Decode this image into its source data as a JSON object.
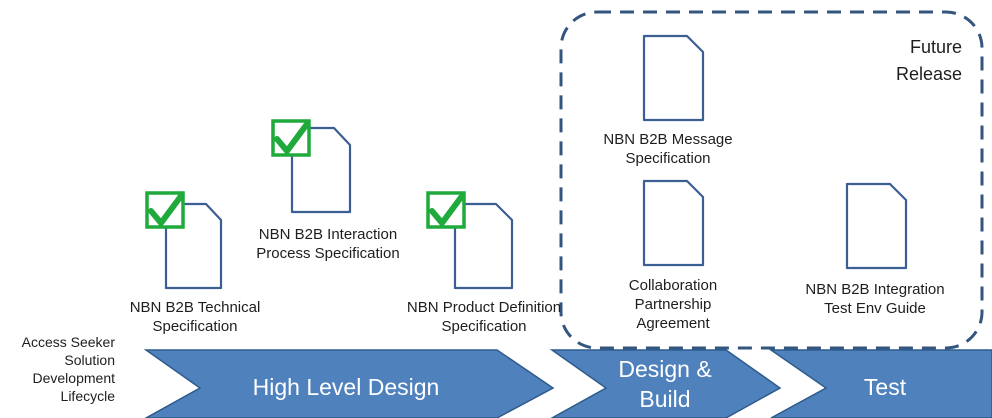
{
  "lifecycle_label": [
    "Access Seeker",
    "Solution",
    "Development",
    "Lifecycle"
  ],
  "future_label": [
    "Future",
    "Release"
  ],
  "phases": [
    {
      "lines": [
        "High Level Design"
      ]
    },
    {
      "lines": [
        "Design &",
        "Build"
      ]
    },
    {
      "lines": [
        "Test"
      ]
    }
  ],
  "documents": [
    {
      "label": [
        "NBN B2B Technical",
        "Specification"
      ],
      "status": "complete"
    },
    {
      "label": [
        "NBN B2B Interaction",
        "Process Specification"
      ],
      "status": "complete"
    },
    {
      "label": [
        "NBN Product Definition",
        "Specification"
      ],
      "status": "complete"
    },
    {
      "label": [
        "NBN B2B Message",
        "Specification"
      ],
      "status": "future"
    },
    {
      "label": [
        "Collaboration",
        "Partnership",
        "Agreement"
      ],
      "status": "future"
    },
    {
      "label": [
        "NBN B2B Integration",
        "Test Env Guide"
      ],
      "status": "future"
    }
  ],
  "colors": {
    "arrow_fill": "#4f81bd",
    "arrow_border": "#2e5b8c",
    "doc_stroke": "#3b5e93",
    "check": "#1faa3b",
    "dashed_border": "#34567e"
  }
}
